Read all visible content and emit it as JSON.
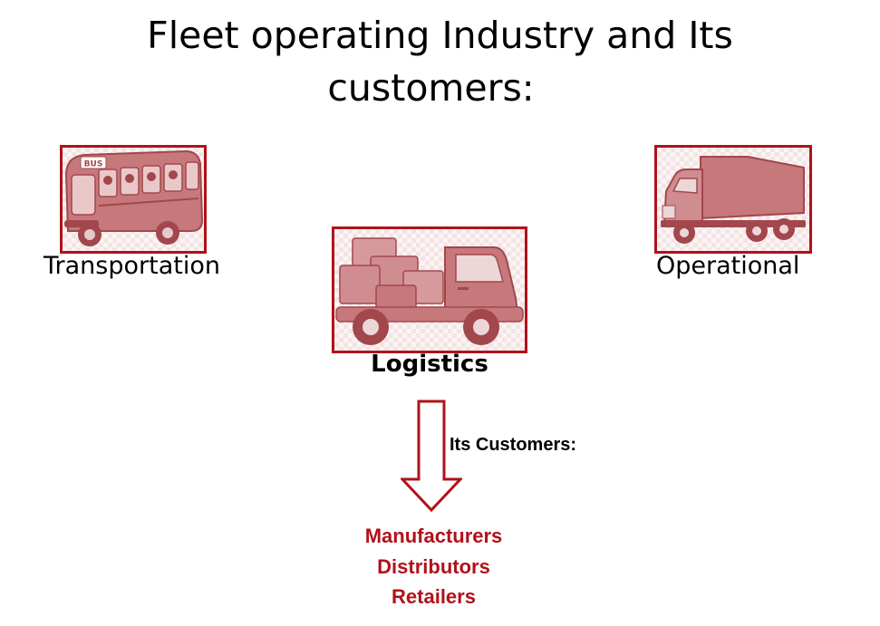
{
  "slide": {
    "title_line_1": "Fleet operating Industry and Its",
    "title_line_2": "customers:"
  },
  "categories": [
    {
      "label": "Transportation",
      "image_icon": "bus-icon"
    },
    {
      "label": "Logistics",
      "image_icon": "delivery-truck-icon"
    },
    {
      "label": "Operational",
      "image_icon": "box-truck-icon"
    }
  ],
  "bus_image": {
    "sign_text": "BUS"
  },
  "flow": {
    "arrow_icon": "down-arrow-icon",
    "customers_heading": "Its Customers:"
  },
  "customers": [
    "Manufacturers",
    "Distributors",
    "Retailers"
  ],
  "colors": {
    "accent": "#b0121a",
    "image_fill": "#c7787b",
    "image_shade": "#a2474c",
    "text": "#000000",
    "background": "#ffffff"
  }
}
